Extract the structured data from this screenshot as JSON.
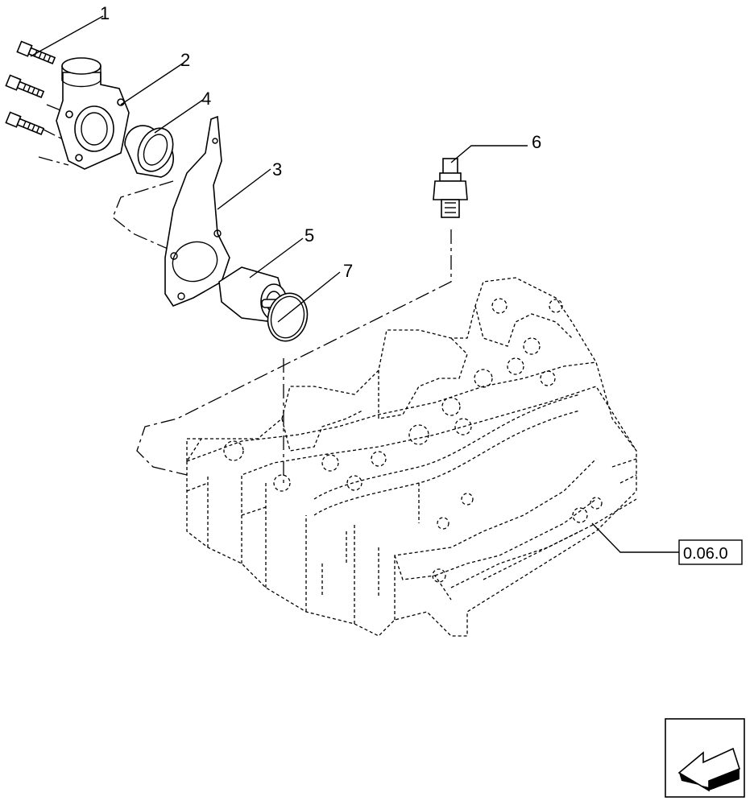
{
  "callouts": [
    {
      "id": "1",
      "label": "1"
    },
    {
      "id": "2",
      "label": "2"
    },
    {
      "id": "3",
      "label": "3"
    },
    {
      "id": "4",
      "label": "4"
    },
    {
      "id": "5",
      "label": "5"
    },
    {
      "id": "6",
      "label": "6"
    },
    {
      "id": "7",
      "label": "7"
    }
  ],
  "reference": {
    "label": "0.06.0"
  },
  "icons": {
    "nav_arrow": "back-arrow-icon"
  }
}
